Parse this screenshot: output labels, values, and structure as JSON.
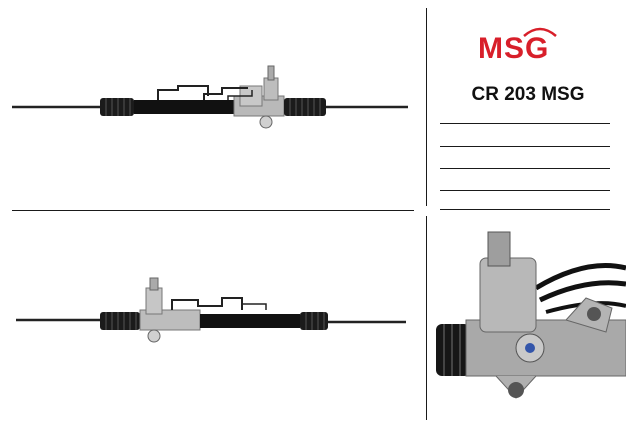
{
  "brand": {
    "logo_text": "MSG",
    "logo_color": "#d81f2a"
  },
  "product": {
    "part_number": "CR 203 MSG"
  },
  "spec_lines_count": 5,
  "images": [
    {
      "name": "steering-rack-top-view"
    },
    {
      "name": "steering-rack-bottom-view"
    },
    {
      "name": "steering-valve-closeup"
    }
  ]
}
